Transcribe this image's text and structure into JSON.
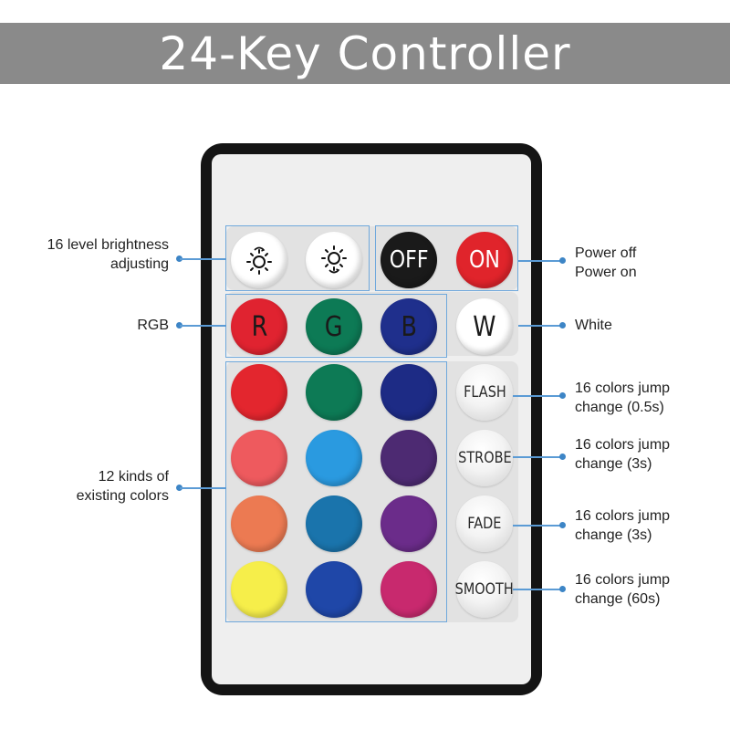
{
  "title": "24-Key Controller",
  "keys": {
    "brightness_up": {
      "icon": "brightness-up-icon",
      "color": "#ffffff"
    },
    "brightness_down": {
      "icon": "brightness-down-icon",
      "color": "#ffffff"
    },
    "off": {
      "label": "OFF",
      "color": "#1a1a1a",
      "text_color": "#ffffff"
    },
    "on": {
      "label": "ON",
      "color": "#e0242b",
      "text_color": "#ffffff"
    },
    "r": {
      "label": "R",
      "color": "#e02330",
      "text_color": "#1a1a1a"
    },
    "g": {
      "label": "G",
      "color": "#0d7a55",
      "text_color": "#1a1a1a"
    },
    "b": {
      "label": "B",
      "color": "#1f2f8c",
      "text_color": "#1a1a1a"
    },
    "w": {
      "label": "W",
      "color": "#ffffff",
      "text_color": "#1a1a1a"
    },
    "colors": [
      "#e3262e",
      "#0d7a55",
      "#1d2b85",
      "#ee5a5e",
      "#2a9ae0",
      "#4d2a72",
      "#ec7a52",
      "#1a74ac",
      "#6b2c8a",
      "#f6ee4a",
      "#1f47a8",
      "#c8296e"
    ],
    "modes": [
      {
        "label": "FLASH"
      },
      {
        "label": "STROBE"
      },
      {
        "label": "FADE"
      },
      {
        "label": "SMOOTH"
      }
    ]
  },
  "annotations": {
    "brightness": {
      "line1": "16 level brightness",
      "line2": "adjusting"
    },
    "rgb": {
      "line1": "RGB"
    },
    "colors": {
      "line1": "12 kinds of",
      "line2": "existing colors"
    },
    "power": {
      "line1": "Power off",
      "line2": "Power on"
    },
    "white": {
      "line1": "White"
    },
    "flash": {
      "line1": "16 colors jump",
      "line2": "change (0.5s)"
    },
    "strobe": {
      "line1": "16 colors jump",
      "line2": "change (3s)"
    },
    "fade": {
      "line1": "16 colors jump",
      "line2": "change (3s)"
    },
    "smooth": {
      "line1": "16 colors jump",
      "line2": "change (60s)"
    }
  },
  "accent_color": "#5b9bd5"
}
